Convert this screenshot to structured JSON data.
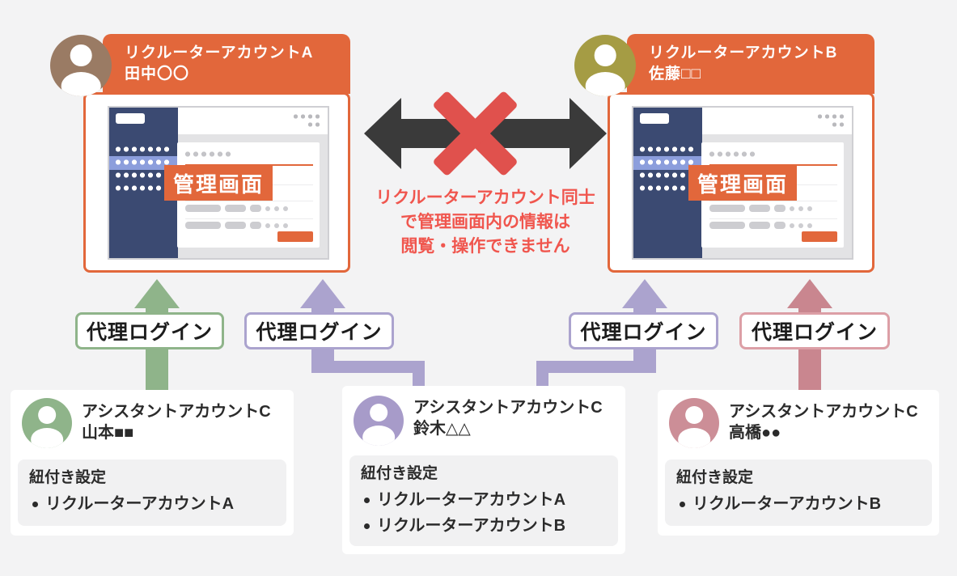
{
  "diagram": {
    "admin_screen_label": "管理画面",
    "proxy_login_label": "代理ログイン",
    "link_settings_label": "紐付き設定",
    "restriction_note": {
      "line1": "リクルーターアカウント同士",
      "line2": "で管理画面内の情報は",
      "line3": "閲覧・操作できません"
    }
  },
  "recruiters": [
    {
      "title": "リクルーターアカウントA",
      "name": "田中〇〇"
    },
    {
      "title": "リクルーターアカウントB",
      "name": "佐藤□□"
    }
  ],
  "assistants": [
    {
      "title": "アシスタントアカウントC",
      "name": "山本■■",
      "links": [
        "リクルーターアカウントA"
      ]
    },
    {
      "title": "アシスタントアカウントC",
      "name": "鈴木△△",
      "links": [
        "リクルーターアカウントA",
        "リクルーターアカウントB"
      ]
    },
    {
      "title": "アシスタントアカウントC",
      "name": "高橋●●",
      "links": [
        "リクルーターアカウントB"
      ]
    }
  ],
  "colors": {
    "accent_orange": "#E2673B",
    "sidebar_navy": "#3B4A72",
    "sidebar_highlight": "#8C9EDC",
    "blocked_arrow": "#3A3A3A",
    "blocked_x": "#E0514D",
    "restriction_text": "#F0564E",
    "arrow_green": "#8FB48A",
    "arrow_purple": "#ABA3CE",
    "arrow_pink": "#C9868F",
    "avatar_recruiter_a": "#9A7B64",
    "avatar_recruiter_b": "#A59C44",
    "avatar_assistant_1": "#8FB48A",
    "avatar_assistant_2": "#A79BC9",
    "avatar_assistant_3": "#CC8E97"
  }
}
